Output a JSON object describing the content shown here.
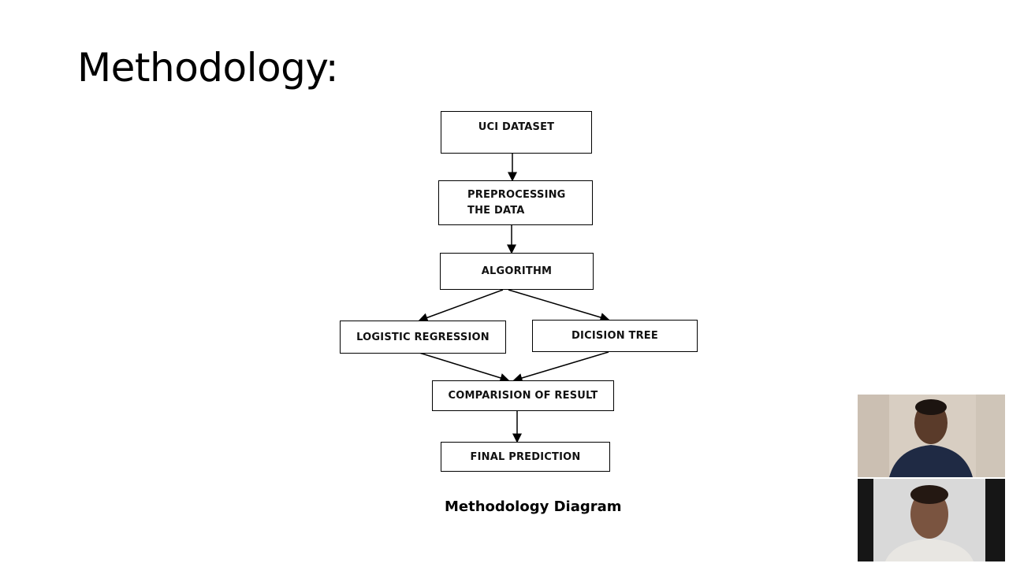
{
  "slide": {
    "title": "Methodology:",
    "caption": "Methodology Diagram"
  },
  "flowchart": {
    "nodes": {
      "uci_dataset": "UCI DATASET",
      "preprocessing": "PREPROCESSING\nTHE DATA",
      "algorithm": "ALGORITHM",
      "logistic_regression": "LOGISTIC REGRESSION",
      "decision_tree": "DICISION TREE",
      "comparison": "COMPARISION OF RESULT",
      "final_prediction": "FINAL PREDICTION"
    }
  },
  "participants": [
    {
      "role": "presenter-video-1"
    },
    {
      "role": "presenter-video-2"
    }
  ],
  "colors": {
    "background": "#ffffff",
    "box_border": "#000000",
    "video_bg_top": "#d9cfc3",
    "video_bg_bottom": "#161616"
  }
}
